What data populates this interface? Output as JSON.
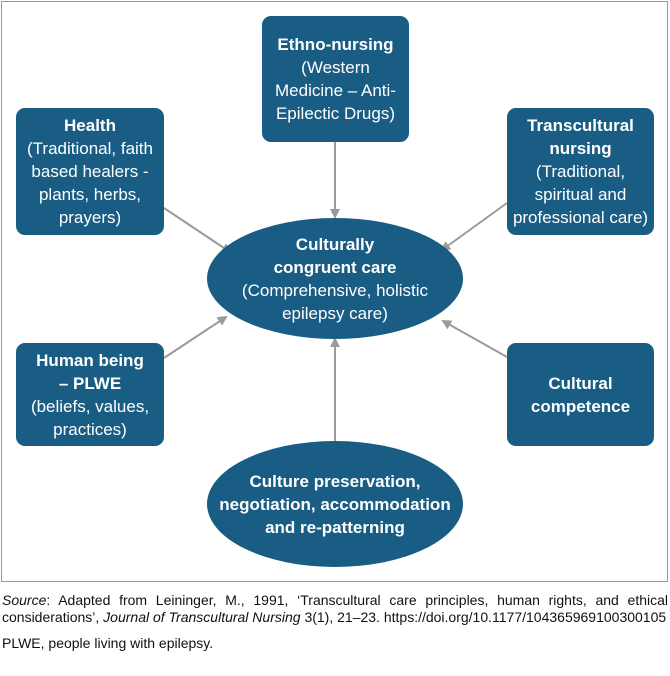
{
  "nodes": {
    "ethno": {
      "title": "Ethno-nursing",
      "desc": "(Western Medicine – Anti-Epilectic Drugs)"
    },
    "health": {
      "title": "Health",
      "desc": "(Traditional, faith based healers - plants, herbs, prayers)"
    },
    "transcultural": {
      "title": "Transcultural nursing",
      "desc": "(Traditional, spiritual and professional care)"
    },
    "center": {
      "title": "Culturally congruent care",
      "desc": "(Comprehensive, holistic epilepsy care)"
    },
    "human": {
      "title": "Human being – PLWE",
      "desc": "(beliefs, values, practices)"
    },
    "competence": {
      "title": "Cultural competence"
    },
    "preservation": {
      "title": "Culture preservation, negotiation, accommodation and re-patterning"
    }
  },
  "colors": {
    "node": "#1a5d84",
    "arrow": "#9a9a9a"
  },
  "caption": {
    "source_label": "Source",
    "source_text_1": ": Adapted from Leininger, M., 1991, ‘Transcultural care principles, human rights, and ethical considerations’, ",
    "journal": "Journal of Transcultural Nursing",
    "source_text_2": " 3(1), 21–23. https://doi.org/10.1177/104365969100300105",
    "abbreviation": "PLWE, people living with epilepsy."
  }
}
